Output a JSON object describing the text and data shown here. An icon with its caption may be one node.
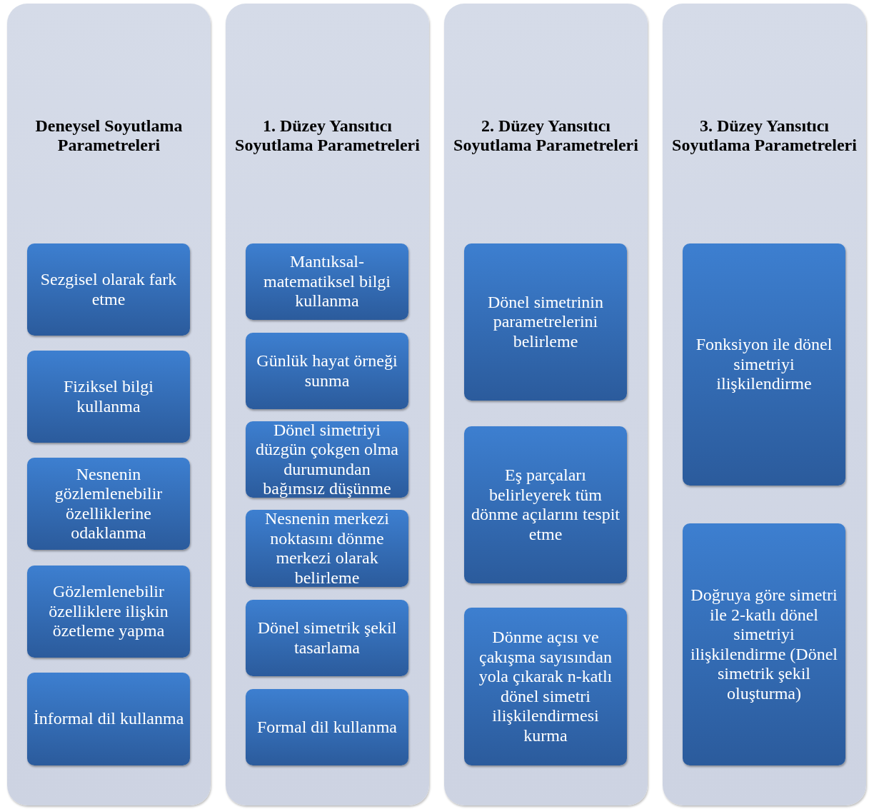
{
  "diagram": {
    "nodes": [
      {
        "text": [
          "Deneysel Soyutlama Parametreleri"
        ]
      },
      {
        "text": [
          "Sezgisel olarak fark etme"
        ],
        "in": 0
      },
      {
        "text": [
          "Fiziksel bilgi kullanma"
        ],
        "in": 0
      },
      {
        "text": [
          "Nesnenin gözlemlenebilir özelliklerine odaklanma"
        ],
        "in": 0
      },
      {
        "text": [
          "Gözlemlenebilir özelliklere ilişkin özetleme yapma"
        ],
        "in": 0
      },
      {
        "text": [
          "İnformal dil kullanma"
        ],
        "in": 0
      },
      {
        "text": [
          "1. Düzey Yansıtıcı Soyutlama Parametreleri"
        ]
      },
      {
        "text": [
          "Mantıksal-matematiksel bilgi kullanma"
        ],
        "in": 6
      },
      {
        "text": [
          "Günlük hayat örneği sunma"
        ],
        "in": 6
      },
      {
        "text": [
          "Dönel simetriyi düzgün çokgen olma durumundan bağımsız düşünme"
        ],
        "in": 6
      },
      {
        "text": [
          "Nesnenin merkezi noktasını dönme merkezi olarak belirleme"
        ],
        "in": 6
      },
      {
        "text": [
          "Dönel simetrik şekil tasarlama"
        ],
        "in": 6
      },
      {
        "text": [
          "Formal dil kullanma"
        ],
        "in": 6
      },
      {
        "text": [
          "2. Düzey Yansıtıcı Soyutlama Parametreleri"
        ]
      },
      {
        "text": [
          "Dönel simetrinin parametrelerini belirleme"
        ],
        "in": 13
      },
      {
        "text": [
          "Eş parçaları belirleyerek tüm dönme açılarını tespit etme"
        ],
        "in": 13
      },
      {
        "text": [
          "Dönme açısı ve çakışma sayısından yola çıkarak n-katlı dönel simetri ilişkilendirmesi kurma"
        ],
        "in": 13
      },
      {
        "text": [
          "3. Düzey Yansıtıcı Soyutlama Parametreleri"
        ]
      },
      {
        "text": [
          "Fonksiyon ile dönel simetriyi ilişkilendirme"
        ],
        "in": 17
      },
      {
        "text": [
          "Doğruya göre simetri ile 2-katlı dönel simetriyi ilişkilendirme (Dönel simetrik şekil oluşturma)"
        ],
        "in": 17
      }
    ],
    "edges": []
  }
}
